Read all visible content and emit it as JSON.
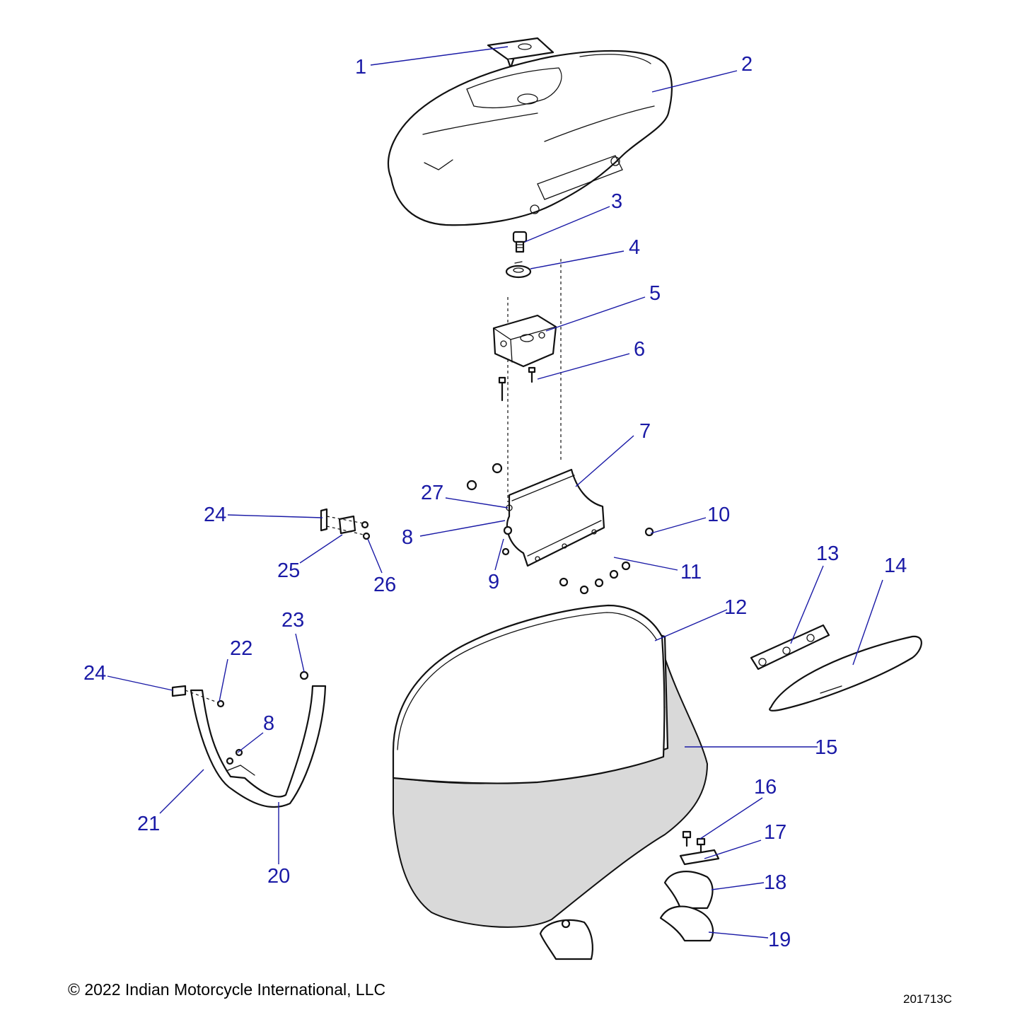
{
  "footer": {
    "copyright": "© 2022 Indian Motorcycle International, LLC",
    "drawing_number": "201713C"
  },
  "callouts": [
    "1",
    "2",
    "3",
    "4",
    "5",
    "6",
    "7",
    "8",
    "9",
    "10",
    "11",
    "12",
    "13",
    "14",
    "15",
    "16",
    "17",
    "18",
    "19",
    "20",
    "21",
    "22",
    "23",
    "24",
    "25",
    "26",
    "27"
  ],
  "colors": {
    "callout": "#1a1aa6",
    "line": "#111111"
  }
}
